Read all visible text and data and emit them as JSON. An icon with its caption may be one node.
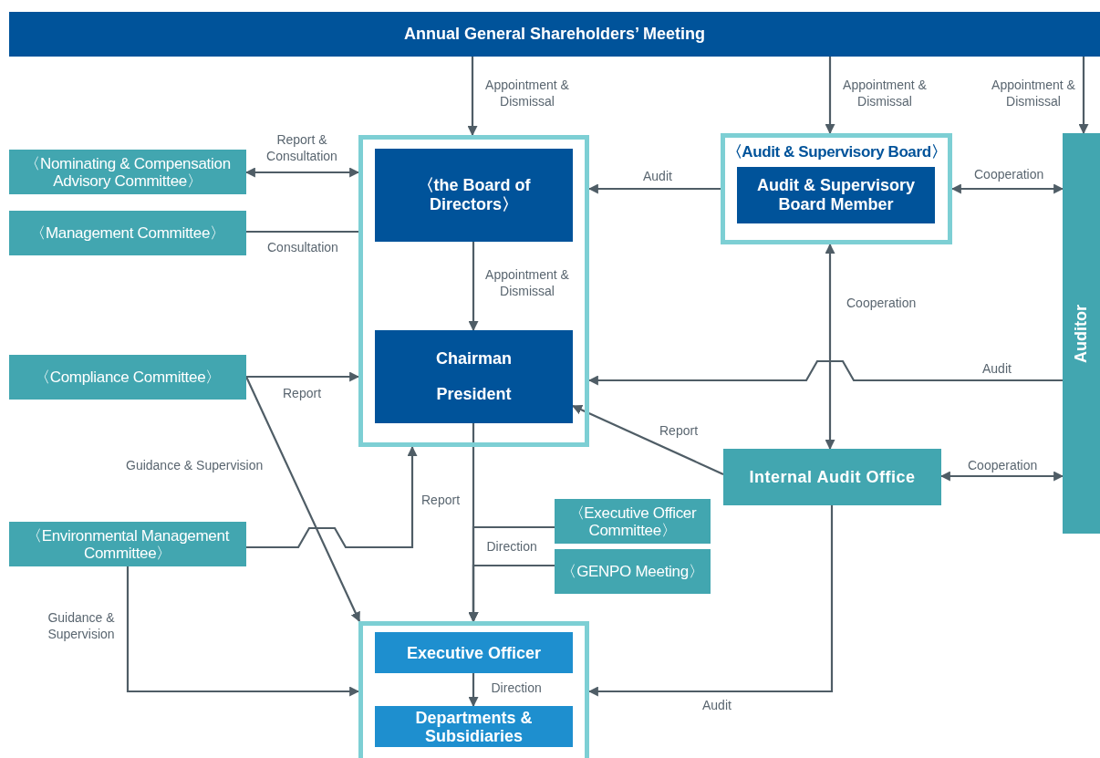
{
  "diagram": {
    "nodes": [
      {
        "text": [
          "Annual General Shareholders’ Meeting"
        ]
      },
      {
        "text": [],
        "shape": "box"
      },
      {
        "text": [
          "〈the Board of Directors〉"
        ],
        "in": 1
      },
      {
        "text": [
          "Chairman",
          "President"
        ],
        "in": 1
      },
      {
        "text": [
          "〈Audit & Supervisory Board〉"
        ]
      },
      {
        "text": [
          "Audit & Supervisory Board Member"
        ],
        "in": 4
      },
      {
        "text": [
          "Auditor"
        ]
      },
      {
        "text": [
          "〈Nominating & Compensation Advisory Committee〉"
        ]
      },
      {
        "text": [
          "〈Management Committee〉"
        ]
      },
      {
        "text": [
          "〈Compliance Committee〉"
        ]
      },
      {
        "text": [
          "Internal Audit Office"
        ]
      },
      {
        "text": [
          "〈Environmental Management Committee〉"
        ]
      },
      {
        "text": [
          "〈Executive Officer Committee〉"
        ]
      },
      {
        "text": [
          "〈GENPO Meeting〉"
        ]
      },
      {
        "text": [],
        "shape": "box"
      },
      {
        "text": [
          "Executive Officer"
        ],
        "in": 14
      },
      {
        "text": [
          "Departments & Subsidiaries"
        ],
        "in": 14
      }
    ],
    "edges": [
      {
        "from": 0,
        "to": 1,
        "arrow": "to",
        "label": "Appointment & Dismissal"
      },
      {
        "from": 0,
        "to": 4,
        "arrow": "to",
        "label": "Appointment & Dismissal"
      },
      {
        "from": 0,
        "to": 6,
        "arrow": "to",
        "label": "Appointment & Dismissal"
      },
      {
        "from": 7,
        "to": 1,
        "arrow": "both",
        "label": "Report & Consultation"
      },
      {
        "from": 8,
        "to": 1,
        "arrow": "none",
        "label": "Consultation"
      },
      {
        "from": 2,
        "to": 3,
        "arrow": "to",
        "label": "Appointment & Dismissal"
      },
      {
        "from": 4,
        "to": 1,
        "arrow": "to",
        "label": "Audit"
      },
      {
        "from": 4,
        "to": 6,
        "arrow": "both",
        "label": "Cooperation"
      },
      {
        "from": 4,
        "to": 10,
        "arrow": "both",
        "label": "Cooperation"
      },
      {
        "from": 6,
        "to": 1,
        "arrow": "to",
        "label": "Audit"
      },
      {
        "from": 9,
        "to": 1,
        "arrow": "to",
        "label": "Report"
      },
      {
        "from": 9,
        "to": 14,
        "arrow": "to",
        "label": "Guidance & Supervision"
      },
      {
        "from": 10,
        "to": 3,
        "arrow": "to",
        "label": "Report"
      },
      {
        "from": 10,
        "to": 6,
        "arrow": "both",
        "label": "Cooperation"
      },
      {
        "from": 11,
        "to": 1,
        "arrow": "to",
        "label": "Report"
      },
      {
        "from": 11,
        "to": 14,
        "arrow": "to",
        "label": "Guidance & Supervision"
      },
      {
        "from": 3,
        "to": 14,
        "arrow": "to",
        "label": "Direction"
      },
      {
        "from": 12,
        "to": 14,
        "arrow": "to"
      },
      {
        "from": 13,
        "to": 14,
        "arrow": "to"
      },
      {
        "from": 10,
        "to": 14,
        "arrow": "to",
        "label": "Audit"
      },
      {
        "from": 15,
        "to": 16,
        "arrow": "to",
        "label": "Direction"
      }
    ]
  }
}
